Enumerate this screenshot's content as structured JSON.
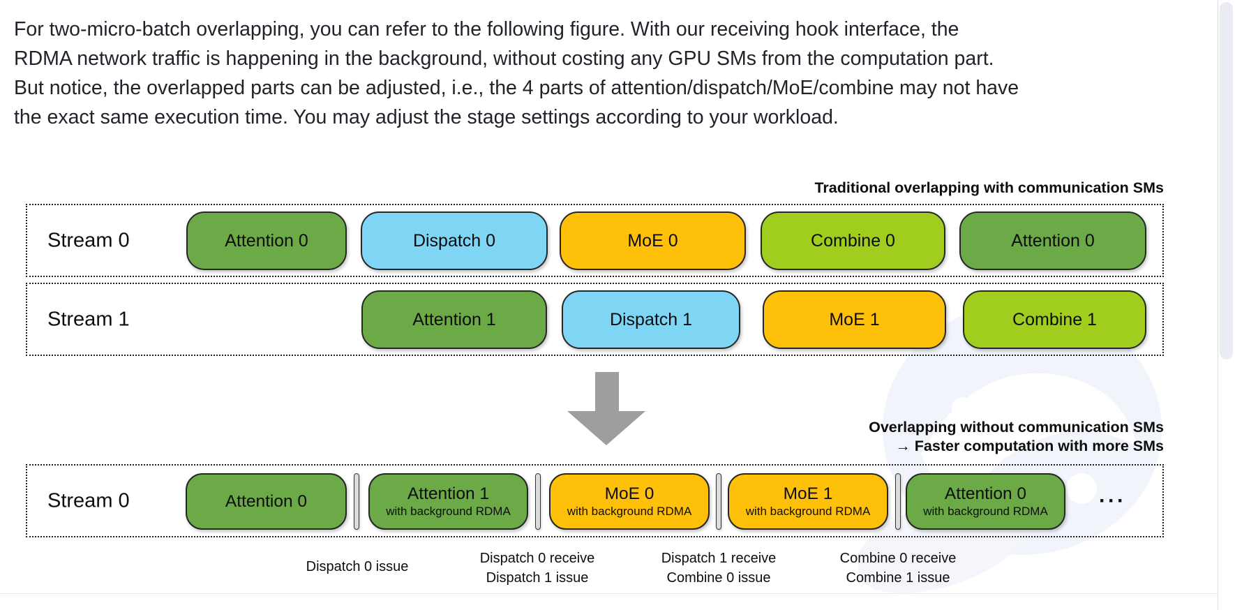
{
  "intro": {
    "lines": [
      "For two-micro-batch overlapping, you can refer to the following figure. With our receiving hook interface, the",
      "RDMA network traffic is happening in the background, without costing any GPU SMs from the computation part.",
      "But notice, the overlapped parts can be adjusted, i.e., the 4 parts of attention/dispatch/MoE/combine may not have",
      "the exact same execution time. You may adjust the stage settings according to your workload."
    ]
  },
  "diagram": {
    "top_caption": "Traditional overlapping with communication SMs",
    "bottom_caption": {
      "line1": "Overlapping without communication SMs",
      "line2": "→ Faster computation with more SMs"
    },
    "colors": {
      "attention_green": "#6CAA47",
      "dispatch_blue": "#7ED5F4",
      "moe_yellow": "#FFC00A",
      "combine_lime": "#A1CD1E",
      "arrow_gray": "#9E9E9E",
      "divider_gray": "#DCDCDC"
    },
    "rows": [
      {
        "label": "Stream 0",
        "blocks": [
          {
            "label": "Attention 0"
          },
          {
            "label": "Dispatch 0"
          },
          {
            "label": "MoE 0"
          },
          {
            "label": "Combine 0"
          },
          {
            "label": "Attention 0"
          }
        ]
      },
      {
        "label": "Stream 1",
        "blocks": [
          {
            "label": "Attention 1"
          },
          {
            "label": "Dispatch 1"
          },
          {
            "label": "MoE 1"
          },
          {
            "label": "Combine 1"
          }
        ]
      },
      {
        "label": "Stream 0",
        "ellipsis": "···",
        "blocks": [
          {
            "label": "Attention 0",
            "sublabel": ""
          },
          {
            "label": "Attention 1",
            "sublabel": "with background RDMA"
          },
          {
            "label": "MoE 0",
            "sublabel": "with background RDMA"
          },
          {
            "label": "MoE 1",
            "sublabel": "with background RDMA"
          },
          {
            "label": "Attention 0",
            "sublabel": "with background RDMA"
          }
        ]
      }
    ],
    "timeline_labels": [
      {
        "line1": "Dispatch 0 issue",
        "line2": ""
      },
      {
        "line1": "Dispatch 0 receive",
        "line2": "Dispatch 1 issue"
      },
      {
        "line1": "Dispatch 1 receive",
        "line2": "Combine 0 issue"
      },
      {
        "line1": "Combine 0 receive",
        "line2": "Combine 1 issue"
      }
    ]
  }
}
